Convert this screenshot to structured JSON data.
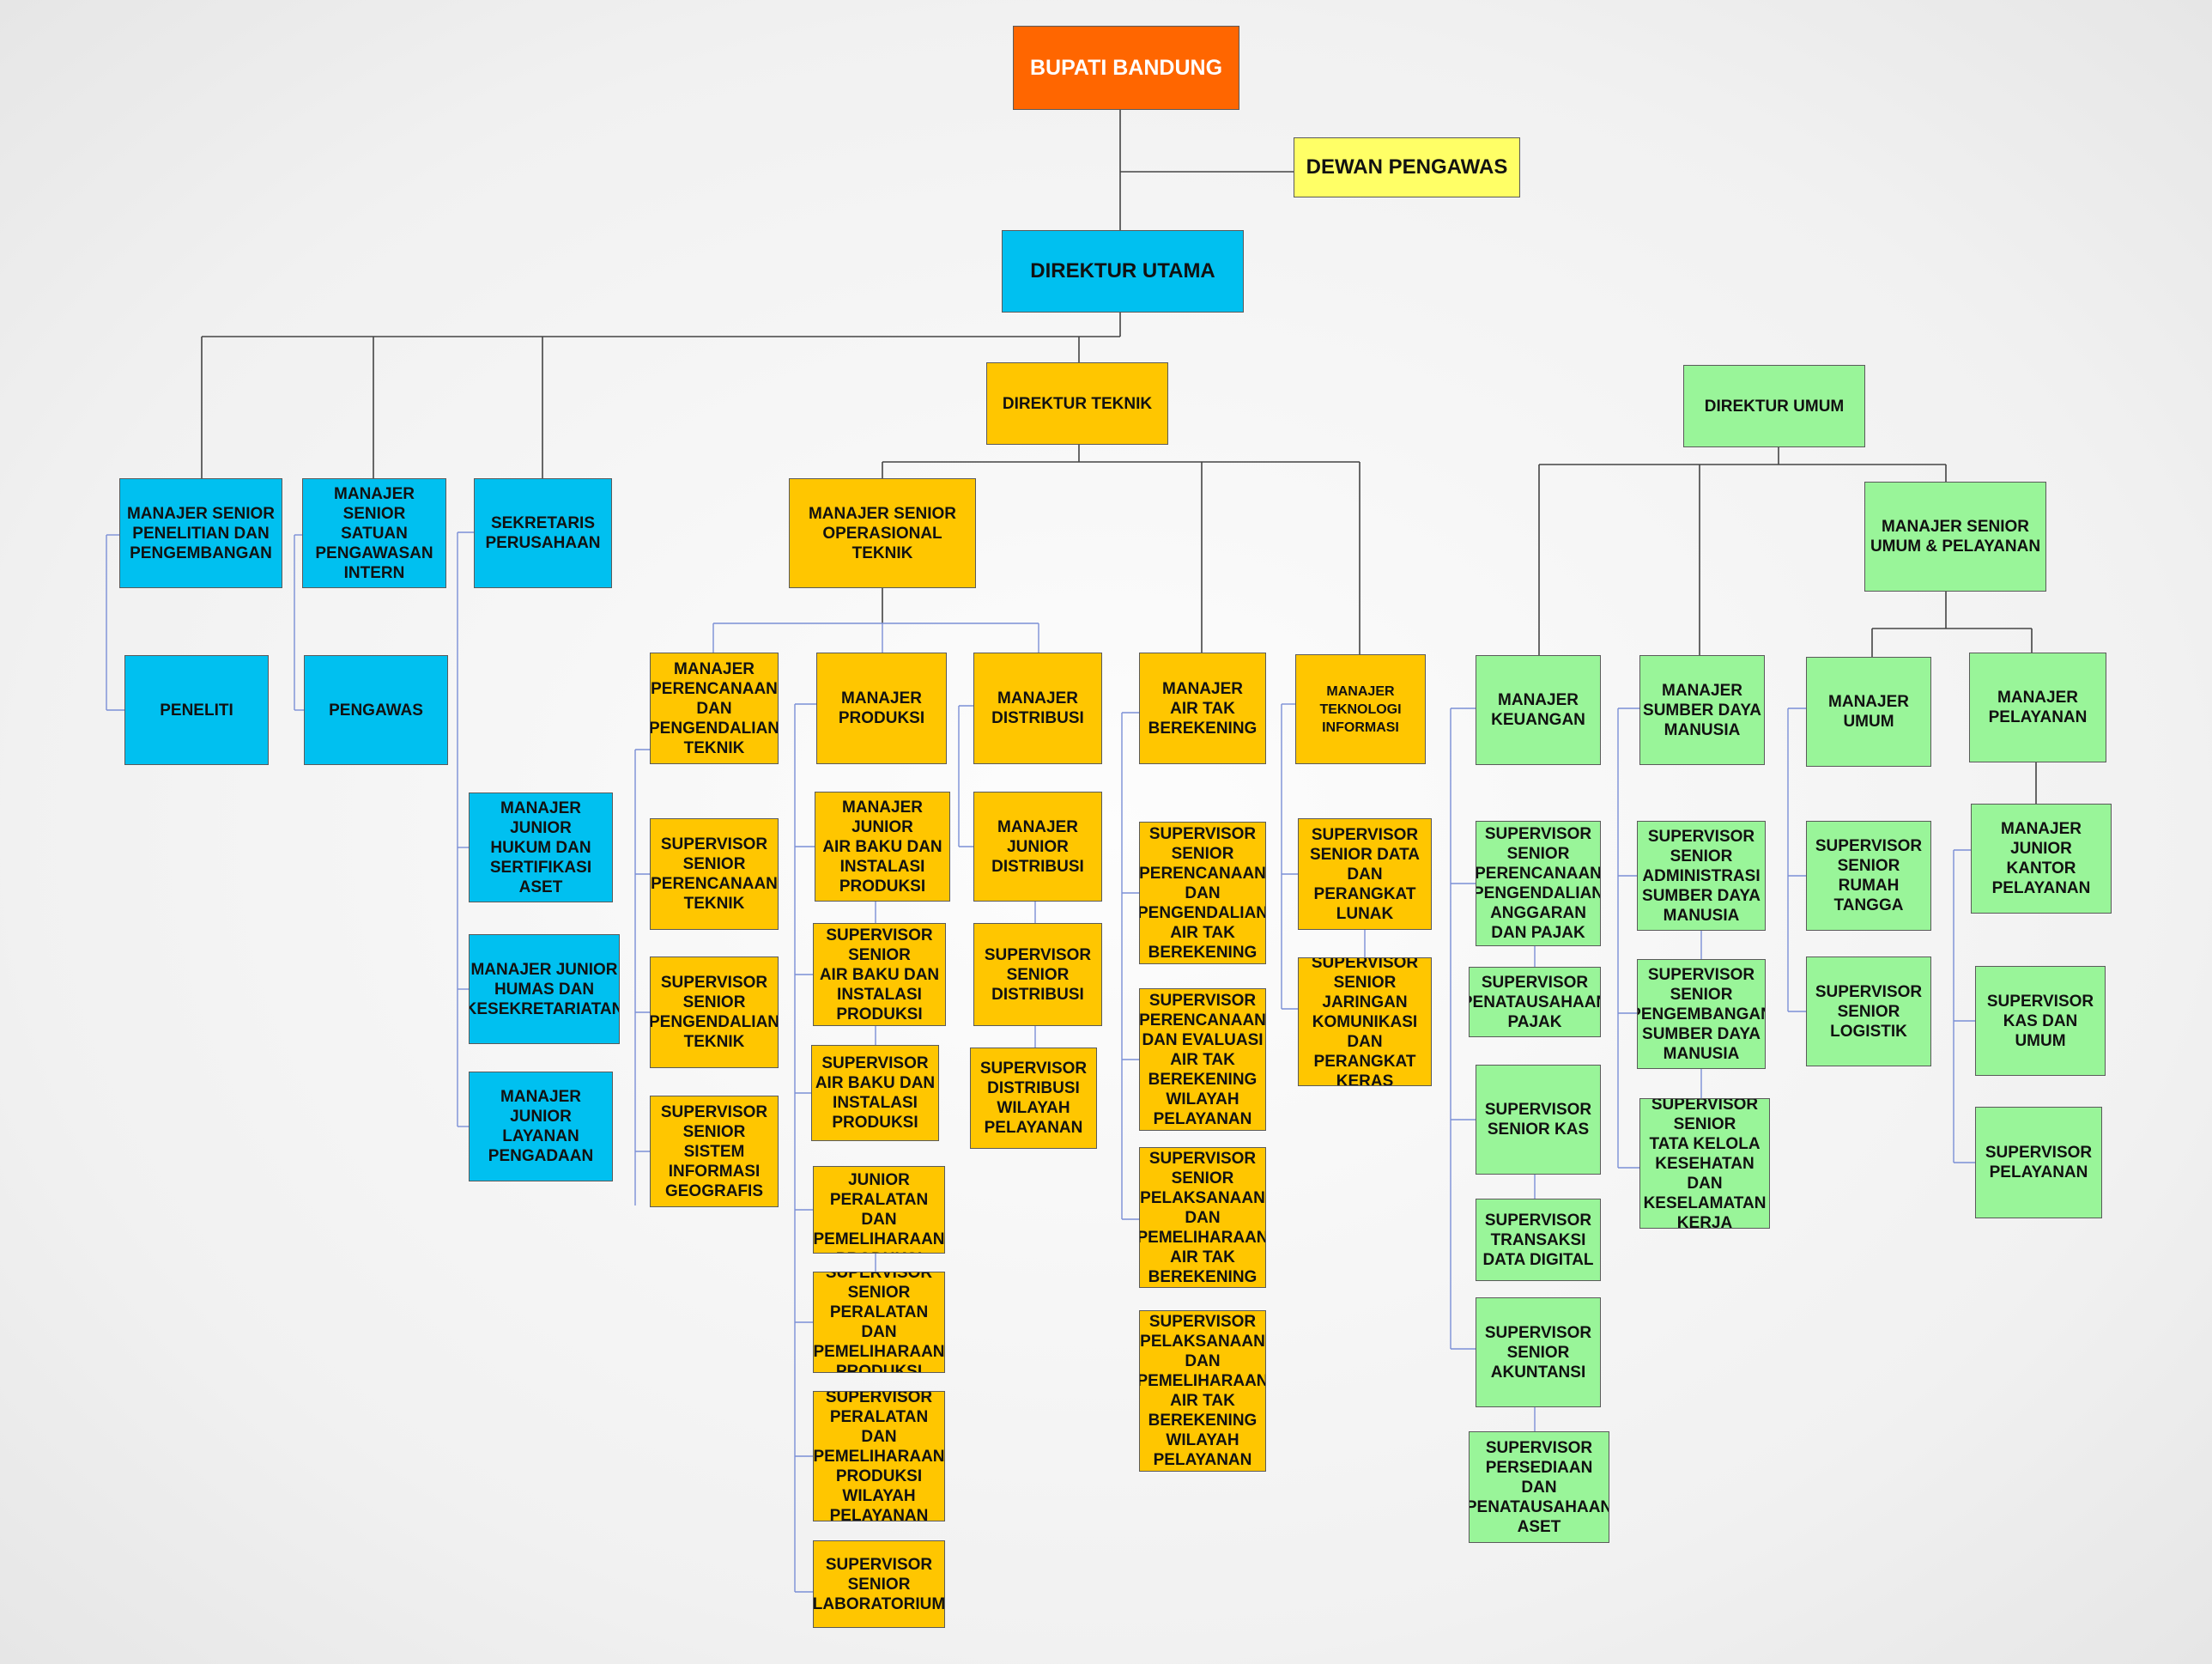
{
  "colors": {
    "bupati": "#ff6600",
    "dewan": "#ffff66",
    "blue": "#00c0f0",
    "yellow": "#ffc600",
    "green": "#99f599",
    "line_blue": "#7b8fd6",
    "line_grey": "#444444"
  },
  "boxes": [
    {
      "id": "bupati",
      "text": "BUPATI BANDUNG",
      "color": "bupati"
    },
    {
      "id": "dewan",
      "text": "DEWAN PENGAWAS",
      "color": "dewan"
    },
    {
      "id": "dirut",
      "text": "DIREKTUR UTAMA",
      "color": "blue"
    },
    {
      "id": "ms-penelitian",
      "text": "MANAJER SENIOR\nPENELITIAN DAN\nPENGEMBANGAN",
      "color": "blue"
    },
    {
      "id": "ms-spi",
      "text": "MANAJER SENIOR\nSATUAN\nPENGAWASAN\nINTERN",
      "color": "blue"
    },
    {
      "id": "sekretaris",
      "text": "SEKRETARIS\nPERUSAHAAN",
      "color": "blue"
    },
    {
      "id": "peneliti",
      "text": "PENELITI",
      "color": "blue"
    },
    {
      "id": "pengawas",
      "text": "PENGAWAS",
      "color": "blue"
    },
    {
      "id": "mj-hukum",
      "text": "MANAJER JUNIOR\nHUKUM DAN\nSERTIFIKASI ASET",
      "color": "blue"
    },
    {
      "id": "mj-humas",
      "text": "MANAJER JUNIOR\nHUMAS DAN\nKESEKRETARIATAN",
      "color": "blue"
    },
    {
      "id": "mj-layanan-pengadaan",
      "text": "MANAJER JUNIOR\nLAYANAN\nPENGADAAN",
      "color": "blue"
    },
    {
      "id": "dir-teknik",
      "text": "DIREKTUR TEKNIK",
      "color": "yellow"
    },
    {
      "id": "ms-optek",
      "text": "MANAJER SENIOR\nOPERASIONAL TEKNIK",
      "color": "yellow"
    },
    {
      "id": "m-perencanaan",
      "text": "MANAJER\nPERENCANAAN\nDAN\nPENGENDALIAN\nTEKNIK",
      "color": "yellow"
    },
    {
      "id": "ss-perencanaan-teknik",
      "text": "SUPERVISOR\nSENIOR\nPERENCANAAN\nTEKNIK",
      "color": "yellow"
    },
    {
      "id": "ss-pengendalian-teknik",
      "text": "SUPERVISOR\nSENIOR\nPENGENDALIAN\nTEKNIK",
      "color": "yellow"
    },
    {
      "id": "ss-sig",
      "text": "SUPERVISOR\nSENIOR\nSISTEM\nINFORMASI\nGEOGRAFIS",
      "color": "yellow"
    },
    {
      "id": "m-produksi",
      "text": "MANAJER\nPRODUKSI",
      "color": "yellow"
    },
    {
      "id": "mj-airbaku",
      "text": "MANAJER JUNIOR\nAIR BAKU DAN\nINSTALASI\nPRODUKSI",
      "color": "yellow"
    },
    {
      "id": "ss-airbaku",
      "text": "SUPERVISOR\nSENIOR\nAIR BAKU DAN\nINSTALASI\nPRODUKSI",
      "color": "yellow"
    },
    {
      "id": "s-airbaku",
      "text": "SUPERVISOR\nAIR BAKU DAN\nINSTALASI\nPRODUKSI",
      "color": "yellow"
    },
    {
      "id": "mj-peralatan",
      "text": "MANAJER JUNIOR\nPERALATAN DAN\nPEMELIHARAAN\nPRODUKSI",
      "color": "yellow"
    },
    {
      "id": "ss-peralatan",
      "text": "SUPERVISOR\nSENIOR\nPERALATAN DAN\nPEMELIHARAAN\nPRODUKSI",
      "color": "yellow"
    },
    {
      "id": "s-peralatan-wilayah",
      "text": "SUPERVISOR\nPERALATAN DAN\nPEMELIHARAAN\nPRODUKSI\nWILAYAH\nPELAYANAN",
      "color": "yellow"
    },
    {
      "id": "ss-lab",
      "text": "SUPERVISOR\nSENIOR\nLABORATORIUM",
      "color": "yellow"
    },
    {
      "id": "m-distribusi",
      "text": "MANAJER\nDISTRIBUSI",
      "color": "yellow"
    },
    {
      "id": "mj-distribusi",
      "text": "MANAJER\nJUNIOR\nDISTRIBUSI",
      "color": "yellow"
    },
    {
      "id": "ss-distribusi",
      "text": "SUPERVISOR\nSENIOR\nDISTRIBUSI",
      "color": "yellow"
    },
    {
      "id": "s-distribusi-wilayah",
      "text": "SUPERVISOR\nDISTRIBUSI\nWILAYAH\nPELAYANAN",
      "color": "yellow"
    },
    {
      "id": "m-atr",
      "text": "MANAJER\nAIR TAK\nBEREKENING",
      "color": "yellow"
    },
    {
      "id": "ss-atr-perencanaan",
      "text": "SUPERVISOR\nSENIOR\nPERENCANAAN\nDAN\nPENGENDALIAN\nAIR TAK\nBEREKENING",
      "color": "yellow"
    },
    {
      "id": "s-atr-evaluasi",
      "text": "SUPERVISOR\nPERENCANAAN\nDAN EVALUASI\nAIR TAK\nBEREKENING\nWILAYAH\nPELAYANAN",
      "color": "yellow"
    },
    {
      "id": "ss-atr-pelaksanaan",
      "text": "SUPERVISOR\nSENIOR\nPELAKSANAAN\nDAN\nPEMELIHARAAN\nAIR TAK\nBEREKENING",
      "color": "yellow"
    },
    {
      "id": "s-atr-pelaksanaan-wilayah",
      "text": "SUPERVISOR\nPELAKSANAAN\nDAN\nPEMELIHARAAN\nAIR TAK\nBEREKENING\nWILAYAH\nPELAYANAN",
      "color": "yellow"
    },
    {
      "id": "m-ti",
      "text": "MANAJER\nTEKNOLOGI\nINFORMASI",
      "color": "yellow"
    },
    {
      "id": "ss-data",
      "text": "SUPERVISOR\nSENIOR DATA\nDAN PERANGKAT\nLUNAK",
      "color": "yellow"
    },
    {
      "id": "ss-jaringan",
      "text": "SUPERVISOR\nSENIOR\nJARINGAN\nKOMUNIKASI\nDAN PERANGKAT\nKERAS",
      "color": "yellow"
    },
    {
      "id": "dir-umum",
      "text": "DIREKTUR UMUM",
      "color": "green"
    },
    {
      "id": "ms-umum",
      "text": "MANAJER SENIOR\nUMUM & PELAYANAN",
      "color": "green"
    },
    {
      "id": "m-keuangan",
      "text": "MANAJER\nKEUANGAN",
      "color": "green"
    },
    {
      "id": "ss-anggaran",
      "text": "SUPERVISOR\nSENIOR\nPERENCANAAN\nPENGENDALIAN\nANGGARAN\nDAN PAJAK",
      "color": "green"
    },
    {
      "id": "s-pajak",
      "text": "SUPERVISOR\nPENATAUSAHAAN\nPAJAK",
      "color": "green"
    },
    {
      "id": "ss-kas",
      "text": "SUPERVISOR\nSENIOR KAS",
      "color": "green"
    },
    {
      "id": "s-transaksi",
      "text": "SUPERVISOR\nTRANSAKSI\nDATA DIGITAL",
      "color": "green"
    },
    {
      "id": "ss-akuntansi",
      "text": "SUPERVISOR\nSENIOR\nAKUNTANSI",
      "color": "green"
    },
    {
      "id": "s-persediaan",
      "text": "SUPERVISOR\nPERSEDIAAN\nDAN\nPENATAUSAHAAN\nASET",
      "color": "green"
    },
    {
      "id": "m-sdm",
      "text": "MANAJER\nSUMBER DAYA\nMANUSIA",
      "color": "green"
    },
    {
      "id": "ss-admin-sdm",
      "text": "SUPERVISOR\nSENIOR\nADMINISTRASI\nSUMBER DAYA\nMANUSIA",
      "color": "green"
    },
    {
      "id": "ss-pengembangan-sdm",
      "text": "SUPERVISOR\nSENIOR\nPENGEMBANGAN\nSUMBER DAYA\nMANUSIA",
      "color": "green"
    },
    {
      "id": "ss-k3",
      "text": "SUPERVISOR\nSENIOR\nTATA KELOLA\nKESEHATAN DAN\nKESELAMATAN\nKERJA",
      "color": "green"
    },
    {
      "id": "m-umum",
      "text": "MANAJER\nUMUM",
      "color": "green"
    },
    {
      "id": "ss-rumah-tangga",
      "text": "SUPERVISOR\nSENIOR\nRUMAH TANGGA",
      "color": "green"
    },
    {
      "id": "ss-logistik",
      "text": "SUPERVISOR\nSENIOR\nLOGISTIK",
      "color": "green"
    },
    {
      "id": "m-pelayanan",
      "text": "MANAJER\nPELAYANAN",
      "color": "green"
    },
    {
      "id": "mj-kantor-pelayanan",
      "text": "MANAJER JUNIOR\nKANTOR\nPELAYANAN",
      "color": "green"
    },
    {
      "id": "s-kas-umum",
      "text": "SUPERVISOR\nKAS DAN\nUMUM",
      "color": "green"
    },
    {
      "id": "s-pelayanan",
      "text": "SUPERVISOR\nPELAYANAN",
      "color": "green"
    }
  ]
}
